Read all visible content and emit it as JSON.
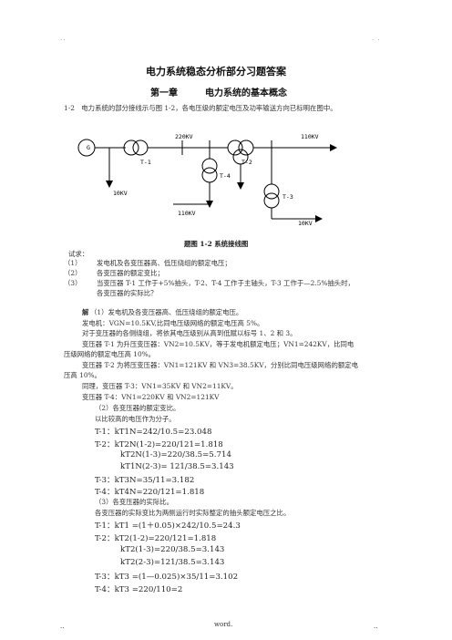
{
  "header": {
    "dots_left": "..",
    "dots_right": ". ."
  },
  "title": "电力系统稳态分析部分习题答案",
  "chapter": {
    "num": "第一章",
    "name": "电力系统的基本概念"
  },
  "problem": "1-2　电力系统的部分接线示与图 1-2，各电压级的额定电压及功率输送方向已标明在图中。",
  "diagram": {
    "generator": "G",
    "labels": {
      "kv220": "220KV",
      "kv110_top": "110KV",
      "kv10_left": "10KV",
      "kv110_bottom": "110KV",
      "kv10_right": "10KV",
      "t1": "T-1",
      "t2": "T-2",
      "t3": "T-3",
      "t4": "T-4"
    },
    "caption": "题图 1-2 系统接线图"
  },
  "ask": {
    "intro": "试求：",
    "items": [
      {
        "n": "（1）",
        "t": "发电机及各变压器高、低压绕组的额定电压；"
      },
      {
        "n": "（2）",
        "t": "各变压器的额定变比；"
      },
      {
        "n": "（3）",
        "t": "当变压器 T-1 工作于+5%抽头，T-2、T-4 工作于主轴头，T-3 工作于—2.5%抽头时，"
      }
    ],
    "item3_cont": "各变压器的实际比？"
  },
  "solution": {
    "jie": "解",
    "p1": "（1）发电机及各变压器高、低压绕组的额定电压。",
    "p2": "发电机：VGN=10.5KV,比同电压级网络的额定电压高 5%。",
    "p3": "对于变压器的各侧绕组，将依其电压级别从高到低赋以标号 1、2 和 3。",
    "p4a": "变压器 T-1 为升压变压器：VN2=10.5KV，等于发电机额定电压；VN1=242KV，比同电",
    "p4b": "压级网络的额定电压高 10%。",
    "p5a": "变压器 T-2 为将压变压器：VN1=121KV 和 VN3=38.5KV，分别比同电压级网络的额定电",
    "p5b": "压高 10%。",
    "p6": "同理，变压器 T-3：VN1=35KV 和 VN2=11KV。",
    "p7": "变压器 T-4：VN1=220KV 和 VN2=121KV",
    "p8": "（2）各变压器的额定变比。",
    "p9": "以比较高的电压作为分子。",
    "calc2": [
      "T-1：kT1N=242/10.5=23.048",
      "T-2：kT2N(1-2)=220/121=1.818",
      "kT2N(1-3)=220/38.5=5.714",
      "kT1N(2-3)= 121/38.5=3.143",
      "T-3：kT3N=35/11=3.182",
      "T-4：kT4N=220/121=1.818"
    ],
    "p10": "（3）各变压器的实际比。",
    "p11": "各变压器的实际变比为两侧运行时实际整定的抽头额定电压之比。",
    "calc3": [
      "T-1：kT1 =(1＋0.05)×242/10.5=24.3",
      "T-2：kT2(1-2)=220/121=1.818",
      "kT2(1-3)=220/38.5=3.143",
      "kT2(2-3)=121/38.5=3.143",
      "T-3：kT3 =(1—0.025)×35/11=3.102",
      "T-4：kT3 =220/110=2"
    ]
  },
  "footer": {
    "left": "..",
    "center": "word.",
    "right": ".."
  }
}
